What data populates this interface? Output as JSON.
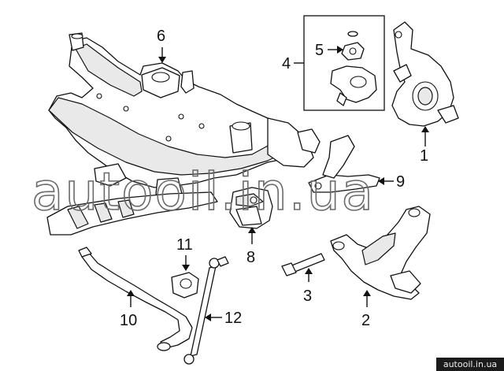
{
  "callouts": {
    "c1": "1",
    "c2": "2",
    "c3": "3",
    "c4": "4",
    "c5": "5",
    "c6": "6",
    "c8": "8",
    "c9": "9",
    "c10": "10",
    "c11": "11",
    "c12": "12"
  },
  "watermark": "autooil.in.ua",
  "footer": "autooil.in.ua"
}
